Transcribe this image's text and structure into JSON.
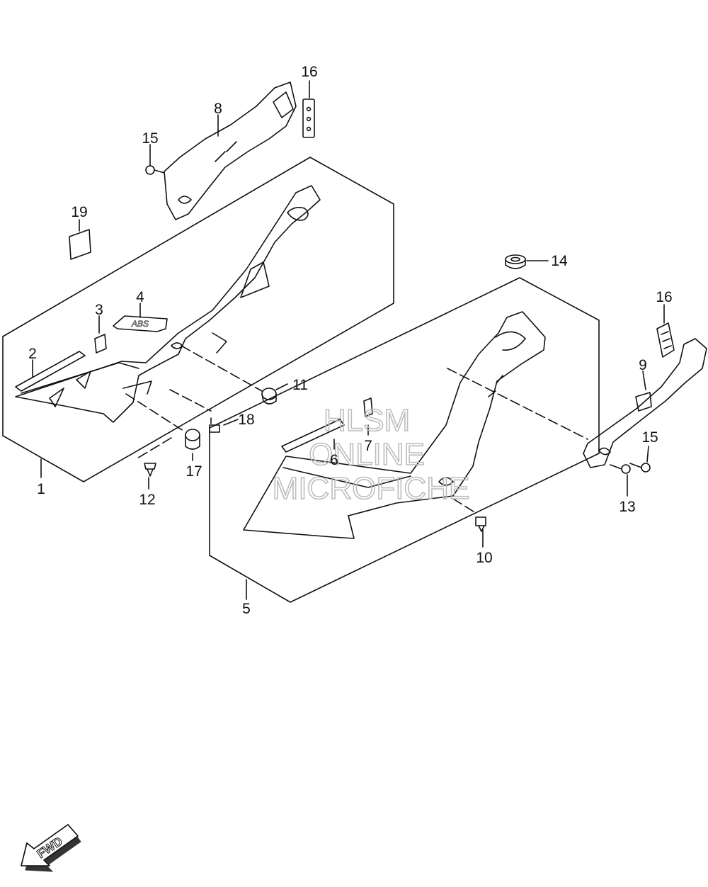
{
  "callouts": [
    "1",
    "2",
    "3",
    "4",
    "5",
    "6",
    "7",
    "8",
    "9",
    "10",
    "11",
    "12",
    "13",
    "14",
    "15",
    "15",
    "16",
    "16",
    "17",
    "18",
    "19"
  ],
  "emblem_text": "ABS",
  "watermark": {
    "line1": "HLSM",
    "line2": "ONLINE",
    "line3": "MICROFICHE"
  },
  "direction_label": "FWD"
}
